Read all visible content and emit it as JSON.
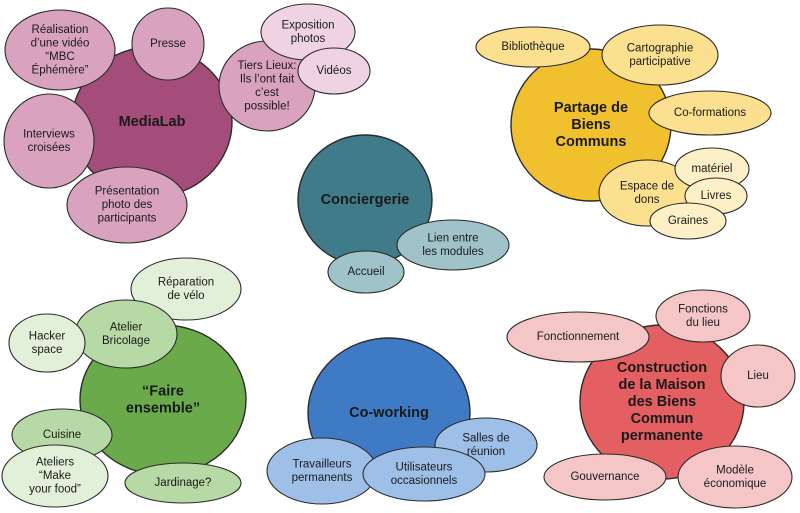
{
  "colors": {
    "medialab_main": "#a44d7b",
    "medialab_sub": "#d9a2bf",
    "medialab_light": "#efd3e2",
    "conciergerie_main": "#3f7b88",
    "conciergerie_sub": "#9fc3c8",
    "partage_main": "#f0c02e",
    "partage_sub": "#fbe08f",
    "partage_light": "#fdf0c6",
    "faire_main": "#6aaa4b",
    "faire_sub": "#b7d9a5",
    "faire_light": "#e2f0d9",
    "coworking_main": "#3f7bc4",
    "coworking_sub": "#9ec0e8",
    "construction_main": "#e35f62",
    "construction_sub": "#f4c6c8"
  },
  "clusters": [
    {
      "id": "medialab",
      "title": [
        "MediaLab"
      ],
      "items": [
        {
          "id": "realisation",
          "lines": [
            "Réalisation",
            "d’une vidéo",
            "“MBC",
            "Éphémère”"
          ]
        },
        {
          "id": "presse",
          "lines": [
            "Presse"
          ]
        },
        {
          "id": "interviews",
          "lines": [
            "Interviews",
            "croisées"
          ]
        },
        {
          "id": "presentation",
          "lines": [
            "Présentation",
            "photo des",
            "participants"
          ]
        },
        {
          "id": "tiers-lieux",
          "lines": [
            "Tiers Lieux:",
            "Ils l’ont fait",
            "c’est",
            "possible!"
          ]
        },
        {
          "id": "exposition",
          "lines": [
            "Exposition",
            "photos"
          ]
        },
        {
          "id": "videos",
          "lines": [
            "Vidéos"
          ]
        }
      ]
    },
    {
      "id": "conciergerie",
      "title": [
        "Conciergerie"
      ],
      "items": [
        {
          "id": "lien",
          "lines": [
            "Lien entre",
            "les modules"
          ]
        },
        {
          "id": "accueil",
          "lines": [
            "Accueil"
          ]
        }
      ]
    },
    {
      "id": "partage",
      "title": [
        "Partage de",
        "Biens",
        "Communs"
      ],
      "items": [
        {
          "id": "bibliotheque",
          "lines": [
            "Bibliothèque"
          ]
        },
        {
          "id": "cartographie",
          "lines": [
            "Cartographie",
            "participative"
          ]
        },
        {
          "id": "co-formations",
          "lines": [
            "Co-formations"
          ]
        },
        {
          "id": "espace-dons",
          "lines": [
            "Espace de",
            "dons"
          ]
        },
        {
          "id": "materiel",
          "lines": [
            "matériel"
          ]
        },
        {
          "id": "livres",
          "lines": [
            "Livres"
          ]
        },
        {
          "id": "graines",
          "lines": [
            "Graines"
          ]
        }
      ]
    },
    {
      "id": "faire",
      "title": [
        "“Faire",
        "ensemble”"
      ],
      "items": [
        {
          "id": "reparation",
          "lines": [
            "Réparation",
            "de vélo"
          ]
        },
        {
          "id": "hacker",
          "lines": [
            "Hacker",
            "space"
          ]
        },
        {
          "id": "atelier-bricolage",
          "lines": [
            "Atelier",
            "Bricolage"
          ]
        },
        {
          "id": "cuisine",
          "lines": [
            "Cuisine"
          ]
        },
        {
          "id": "ateliers-food",
          "lines": [
            "Ateliers",
            "“Make",
            "your food”"
          ]
        },
        {
          "id": "jardinage",
          "lines": [
            "Jardinage?"
          ]
        }
      ]
    },
    {
      "id": "coworking",
      "title": [
        "Co-working"
      ],
      "items": [
        {
          "id": "salles",
          "lines": [
            "Salles de",
            "réunion"
          ]
        },
        {
          "id": "travailleurs",
          "lines": [
            "Travailleurs",
            "permanents"
          ]
        },
        {
          "id": "utilisateurs",
          "lines": [
            "Utilisateurs",
            "occasionnels"
          ]
        }
      ]
    },
    {
      "id": "construction",
      "title": [
        "Construction",
        "de la Maison",
        "des Biens",
        "Commun",
        "permanente"
      ],
      "items": [
        {
          "id": "fonctionnement",
          "lines": [
            "Fonctionnement"
          ]
        },
        {
          "id": "fonctions",
          "lines": [
            "Fonctions",
            "du lieu"
          ]
        },
        {
          "id": "lieu",
          "lines": [
            "Lieu"
          ]
        },
        {
          "id": "gouvernance",
          "lines": [
            "Gouvernance"
          ]
        },
        {
          "id": "modele",
          "lines": [
            "Modèle",
            "économique"
          ]
        }
      ]
    }
  ]
}
